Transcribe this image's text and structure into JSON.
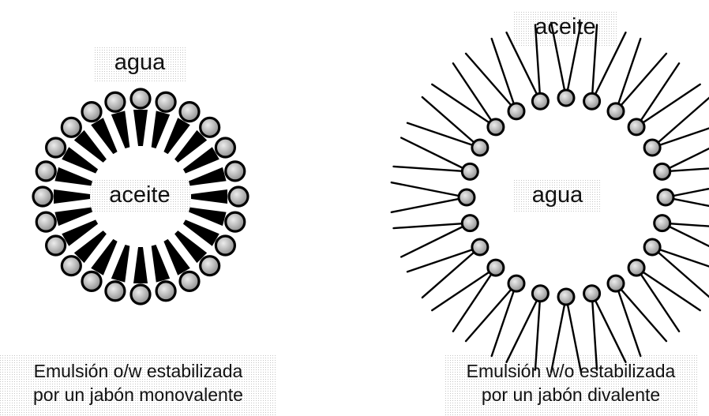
{
  "left_panel": {
    "outer_label": "agua",
    "inner_label": "aceite",
    "caption_line1": "Emulsión o/w estabilizada",
    "caption_line2": "por un jabón monovalente",
    "molecule_count": 24
  },
  "right_panel": {
    "outer_label": "aceite",
    "inner_label": "agua",
    "caption_line1": "Emulsión w/o estabilizada",
    "caption_line2": "por un jabón divalente",
    "molecule_count": 24
  },
  "colors": {
    "tail": "#000000",
    "head_fill": "#b0b0b0",
    "head_highlight": "#e6e6e6",
    "head_outline": "#000000",
    "text": "#111111",
    "dot_halo": "#bdbdbd"
  }
}
